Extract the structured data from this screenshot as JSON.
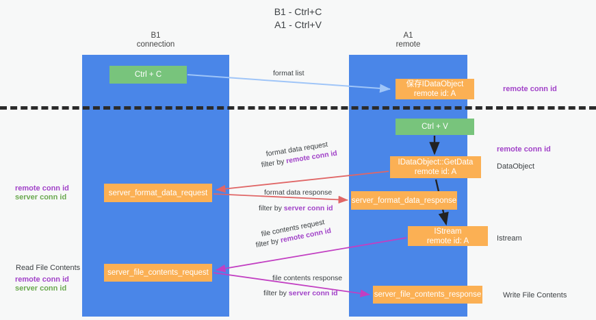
{
  "title": "B1 - Ctrl+C\nA1 - Ctrl+V",
  "title_line1": "B1 - Ctrl+C",
  "title_line2": "A1 - Ctrl+V",
  "columns": {
    "left": {
      "name": "B1",
      "sub": "connection"
    },
    "right": {
      "name": "A1",
      "sub": "remote"
    }
  },
  "colors": {
    "lane": "#4a86e8",
    "green_node": "#78c47c",
    "orange_node": "#fbb054",
    "remote_conn_id": "#a142c8",
    "server_conn_id": "#6aa84f",
    "arrow_blue": "#9fc5f8",
    "arrow_red": "#e06666",
    "arrow_magenta": "#c23fc2",
    "arrow_black": "#222222",
    "separator": "#2b2b2b"
  },
  "nodes": {
    "ctrl_c": "Ctrl + C",
    "dataobject": {
      "line1": "保存IDataObject",
      "line2": "remote id: A"
    },
    "ctrl_v": "Ctrl + V",
    "getdata": {
      "line1": "IDataObject::GetData",
      "line2": "remote id: A"
    },
    "server_format_data_request": "server_format_data_request",
    "server_format_data_response": "server_format_data_response",
    "istream": {
      "line1": "IStream",
      "line2": "remote id: A"
    },
    "server_file_contents_request": "server_file_contents_request",
    "server_file_contents_response": "server_file_contents_response"
  },
  "edge_labels": {
    "format_list": "format list",
    "format_data_request": "format data request",
    "format_data_request_filter_prefix": "filter by ",
    "format_data_request_filter_key": "remote conn id",
    "format_data_response": "format data response",
    "format_data_response_filter_prefix": "filter by ",
    "format_data_response_filter_key": "server conn id",
    "file_contents_request": "file contents request",
    "file_contents_request_filter_prefix": "filter by ",
    "file_contents_request_filter_key": "remote conn id",
    "file_contents_response": "file contents response",
    "file_contents_response_filter_prefix": "filter by ",
    "file_contents_response_filter_key": "server conn id"
  },
  "right_labels": {
    "remote_conn_id_top": "remote conn id",
    "remote_conn_id_mid": "remote conn id",
    "dataobject": "DataObject",
    "istream": "Istream",
    "write_file_contents": "Write File Contents"
  },
  "left_labels": {
    "remote_conn_id_mid": "remote conn id",
    "server_conn_id_mid": "server conn id",
    "read_file_contents": "Read File Contents",
    "remote_conn_id_bottom": "remote conn id",
    "server_conn_id_bottom": "server conn id"
  }
}
